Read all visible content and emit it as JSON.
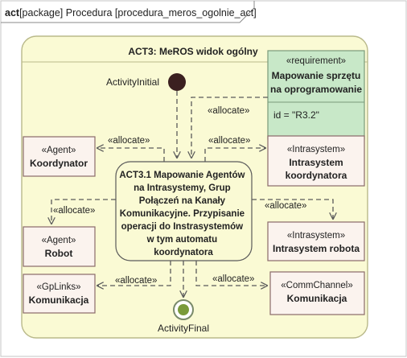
{
  "frame": {
    "kind": "act",
    "label": "[package] Procedura [procedura_meros_ogolnie_act]"
  },
  "activity": {
    "title": "ACT3: MeROS widok ogólny"
  },
  "initial": {
    "label": "ActivityInitial"
  },
  "final": {
    "label": "ActivityFinal"
  },
  "requirement": {
    "stereotype": "«requirement»",
    "name_line1": "Mapowanie sprzętu",
    "name_line2": "na oprogramowanie",
    "id_text": "id = \"R3.2\""
  },
  "action": {
    "lines": [
      "ACT3.1 Mapowanie Agentów",
      "na Intrasystemy, Grup",
      "Połączeń na Kanały",
      "Komunikacyjne. Przypisanie",
      "operacji do Instrasystemów",
      "w tym automatu",
      "koordynatora"
    ]
  },
  "blocks": {
    "koordynator": {
      "stereotype": "«Agent»",
      "name": "Koordynator"
    },
    "robot": {
      "stereotype": "«Agent»",
      "name": "Robot"
    },
    "komunikacja_links": {
      "stereotype": "«GpLinks»",
      "name": "Komunikacja"
    },
    "intra_koord": {
      "stereotype": "«Intrasystem»",
      "name_line1": "Intrasystem",
      "name_line2": "koordynatora"
    },
    "intra_robot": {
      "stereotype": "«Intrasystem»",
      "name": "Intrasystem robota"
    },
    "komunikacja_channel": {
      "stereotype": "«CommChannel»",
      "name": "Komunikacja"
    }
  },
  "edges": {
    "allocate": "«allocate»"
  },
  "colors": {
    "activity_fill": "#fafad4",
    "activity_stroke": "#b9b98a",
    "requirement_fill": "#c8e8c8",
    "block_fill": "#fbf3ee",
    "block_stroke": "#8a6a6a",
    "arrow": "#5a5a5a",
    "node_dark": "#3b2020",
    "final_ring": "#7a8a6a",
    "final_dot": "#7a9a3a"
  }
}
